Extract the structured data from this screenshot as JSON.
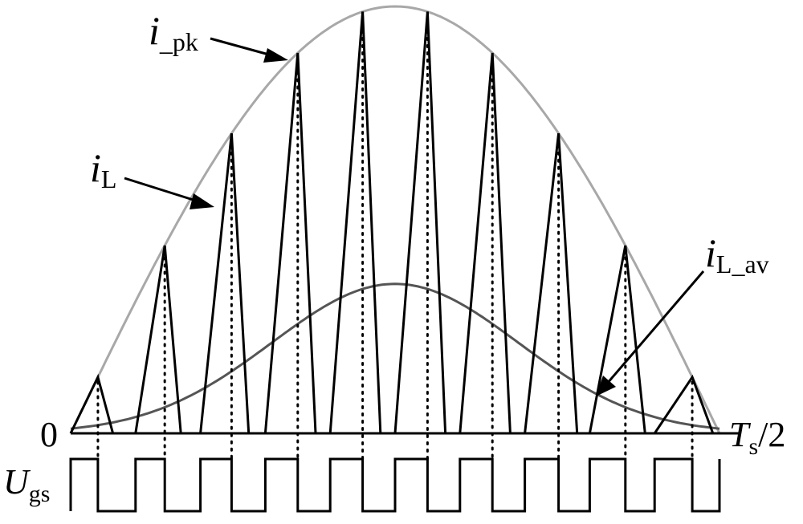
{
  "labels": {
    "i_pk": {
      "main": "i",
      "sub": "_pk"
    },
    "i_L": {
      "main": "i",
      "sub": "L"
    },
    "i_L_av": {
      "main": "i",
      "sub": "L_av"
    },
    "origin": "0",
    "end": {
      "main": "T",
      "sub": "s",
      "tail": "/2"
    },
    "gate": {
      "main": "U",
      "sub": "gs"
    }
  },
  "waveform": {
    "cycles": 10,
    "peak_envelope_max": 1.0,
    "average_peak_ratio": 0.35,
    "average_shape": "bell"
  },
  "colors": {
    "inductor_current": "#000000",
    "peak_envelope": "#a8a8a8",
    "average_current": "#555555",
    "gate_signal": "#000000",
    "dotted_guides": "#000000"
  }
}
